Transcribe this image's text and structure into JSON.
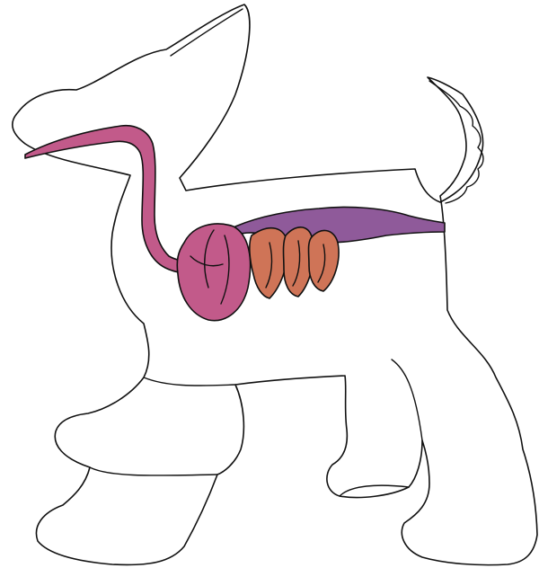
{
  "diagram": {
    "subject": "dog-digestive-system",
    "colors": {
      "background": "#ffffff",
      "outline": "#111111",
      "body_fill": "#ffffff",
      "esophagus": "#c25a8a",
      "stomach": "#c25a8a",
      "small_intestine": "#cf7457",
      "large_intestine": "#8f5a9a"
    },
    "parts": [
      "body-outline",
      "esophagus",
      "stomach",
      "small-intestine",
      "large-intestine"
    ]
  }
}
